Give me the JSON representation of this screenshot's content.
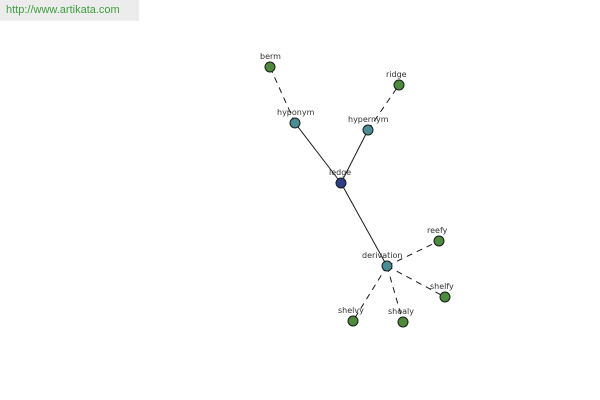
{
  "source": {
    "url_text": "http://www.artikata.com"
  },
  "graph": {
    "center": {
      "label": "ledge",
      "color": "#2e3e87"
    },
    "relations": {
      "hyponym": {
        "label": "hyponym",
        "color": "#4a8e94"
      },
      "hypernym": {
        "label": "hypernym",
        "color": "#4a8e94"
      },
      "derivation": {
        "label": "derivation",
        "color": "#4a8e94"
      }
    },
    "terms": {
      "berm": "berm",
      "ridge": "ridge",
      "reefy": "reefy",
      "shelfy": "shelfy",
      "shoaly": "shoaly",
      "shelvy": "shelvy"
    },
    "term_color": "#4e8a3c"
  }
}
